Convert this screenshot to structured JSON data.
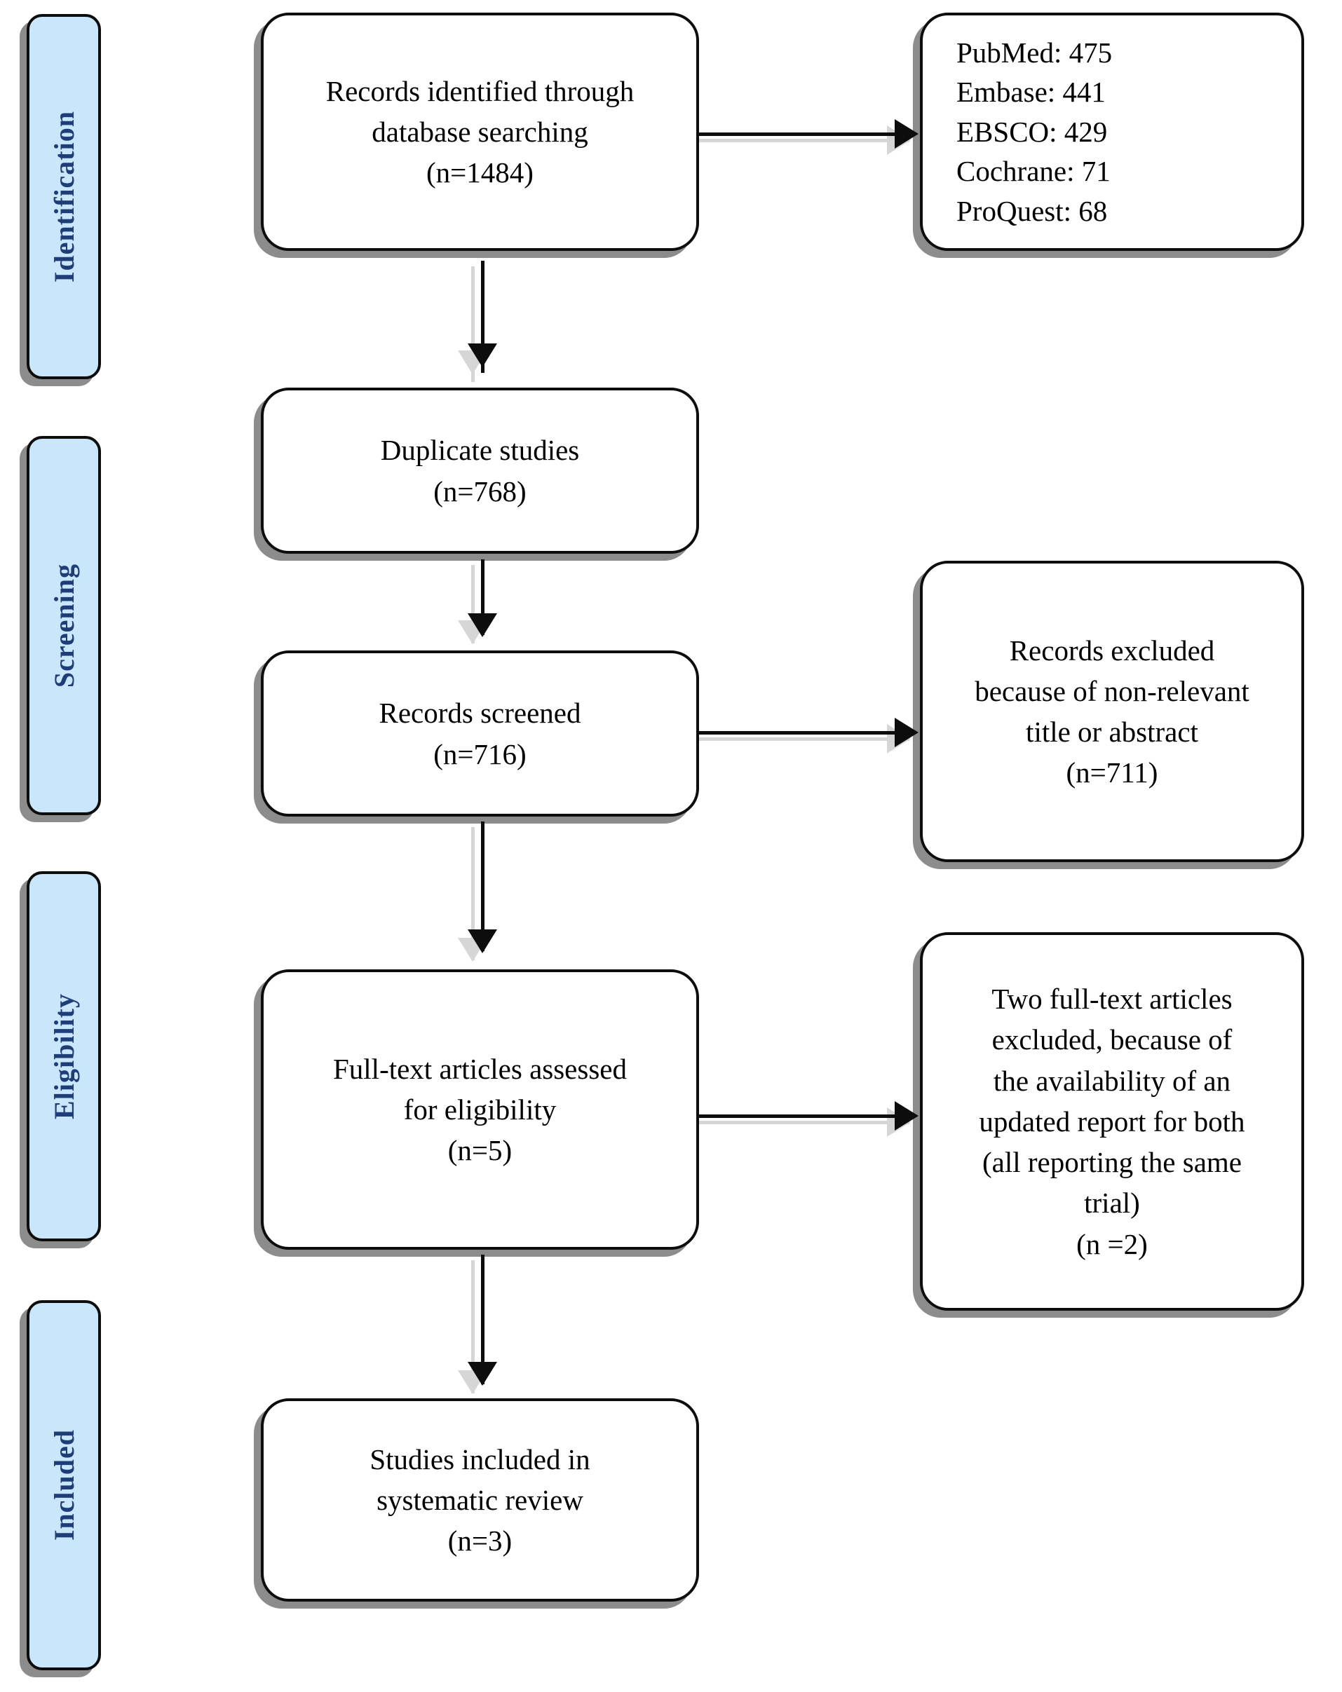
{
  "diagram": {
    "type": "prisma-flow-diagram",
    "accent_color": "#c9e6fa",
    "label_color": "#1f3e77",
    "box_border_color": "#0d0d0d",
    "shadow_color": "#8c8c8c"
  },
  "stages": [
    {
      "id": "identification",
      "label": "Identification"
    },
    {
      "id": "screening",
      "label": "Screening"
    },
    {
      "id": "eligibility",
      "label": "Eligibility"
    },
    {
      "id": "included",
      "label": "Included"
    }
  ],
  "boxes": {
    "records_identified": {
      "title": "Records identified through database searching",
      "count_label": "(n=1484)",
      "text": "Records identified through\ndatabase searching\n(n=1484)"
    },
    "database_breakdown": {
      "entries": [
        {
          "source": "PubMed",
          "count": 475,
          "line": "PubMed: 475"
        },
        {
          "source": "Embase",
          "count": 441,
          "line": "Embase: 441"
        },
        {
          "source": "EBSCO",
          "count": 429,
          "line": "EBSCO: 429"
        },
        {
          "source": "Cochrane",
          "count": 71,
          "line": "Cochrane: 71"
        },
        {
          "source": "ProQuest",
          "count": 68,
          "line": "ProQuest: 68"
        }
      ],
      "text": "PubMed: 475\nEmbase: 441\nEBSCO: 429\nCochrane: 71\nProQuest: 68"
    },
    "duplicate_studies": {
      "title": "Duplicate studies",
      "count_label": "(n=768)",
      "text": "Duplicate studies\n(n=768)"
    },
    "records_screened": {
      "title": "Records screened",
      "count_label": "(n=716)",
      "text": "Records screened\n(n=716)"
    },
    "records_excluded": {
      "title": "Records excluded because of non-relevant title or abstract",
      "count_label": "(n=711)",
      "text": "Records excluded\nbecause of non-relevant\ntitle or abstract\n(n=711)"
    },
    "full_text_assessed": {
      "title": "Full-text articles assessed for eligibility",
      "count_label": "(n=5)",
      "text": "Full-text articles assessed\nfor eligibility\n(n=5)"
    },
    "full_text_excluded": {
      "title": "Two full-text articles excluded, because of the availability of an updated report for both (all reporting the same trial)",
      "count_label": "(n =2)",
      "text": "Two full-text articles\nexcluded, because of\nthe availability of an\nupdated report for both\n(all reporting the same\ntrial)\n(n =2)"
    },
    "studies_included": {
      "title": "Studies included in systematic review",
      "count_label": "(n=3)",
      "text": "Studies included in\nsystematic review\n(n=3)"
    }
  },
  "chart_data": {
    "type": "diagram",
    "title": "PRISMA flow diagram",
    "nodes": [
      {
        "id": "records_identified",
        "stage": "Identification",
        "n": 1484
      },
      {
        "id": "database_breakdown",
        "stage": "Identification",
        "n": null
      },
      {
        "id": "duplicate_studies",
        "stage": "Screening",
        "n": 768
      },
      {
        "id": "records_screened",
        "stage": "Screening",
        "n": 716
      },
      {
        "id": "records_excluded",
        "stage": "Screening",
        "n": 711
      },
      {
        "id": "full_text_assessed",
        "stage": "Eligibility",
        "n": 5
      },
      {
        "id": "full_text_excluded",
        "stage": "Eligibility",
        "n": 2
      },
      {
        "id": "studies_included",
        "stage": "Included",
        "n": 3
      }
    ],
    "edges": [
      {
        "from": "records_identified",
        "to": "database_breakdown",
        "dir": "right"
      },
      {
        "from": "records_identified",
        "to": "duplicate_studies",
        "dir": "down"
      },
      {
        "from": "duplicate_studies",
        "to": "records_screened",
        "dir": "down"
      },
      {
        "from": "records_screened",
        "to": "records_excluded",
        "dir": "right"
      },
      {
        "from": "records_screened",
        "to": "full_text_assessed",
        "dir": "down"
      },
      {
        "from": "full_text_assessed",
        "to": "full_text_excluded",
        "dir": "right"
      },
      {
        "from": "full_text_assessed",
        "to": "studies_included",
        "dir": "down"
      }
    ]
  }
}
